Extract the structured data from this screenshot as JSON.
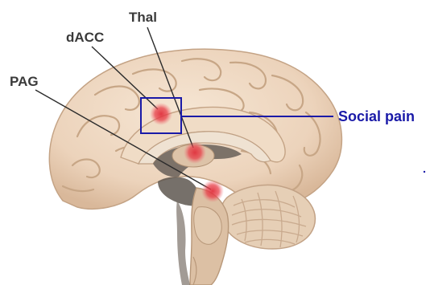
{
  "labels": {
    "thal": "Thal",
    "dacc": "dACC",
    "pag": "PAG",
    "social_pain": "Social pain"
  },
  "colors": {
    "highlight_box": "#1a1aa8",
    "social_pain_text": "#1a1aa8",
    "activation_spot": "#e8404a",
    "region_label": "#3a3a3a",
    "cortex": "#eed8c2",
    "cortex_shadow": "#c9a98c",
    "cerebellum": "#e4ccb2",
    "brainstem": "#d8bca0",
    "ventricle": "#6f665e"
  }
}
